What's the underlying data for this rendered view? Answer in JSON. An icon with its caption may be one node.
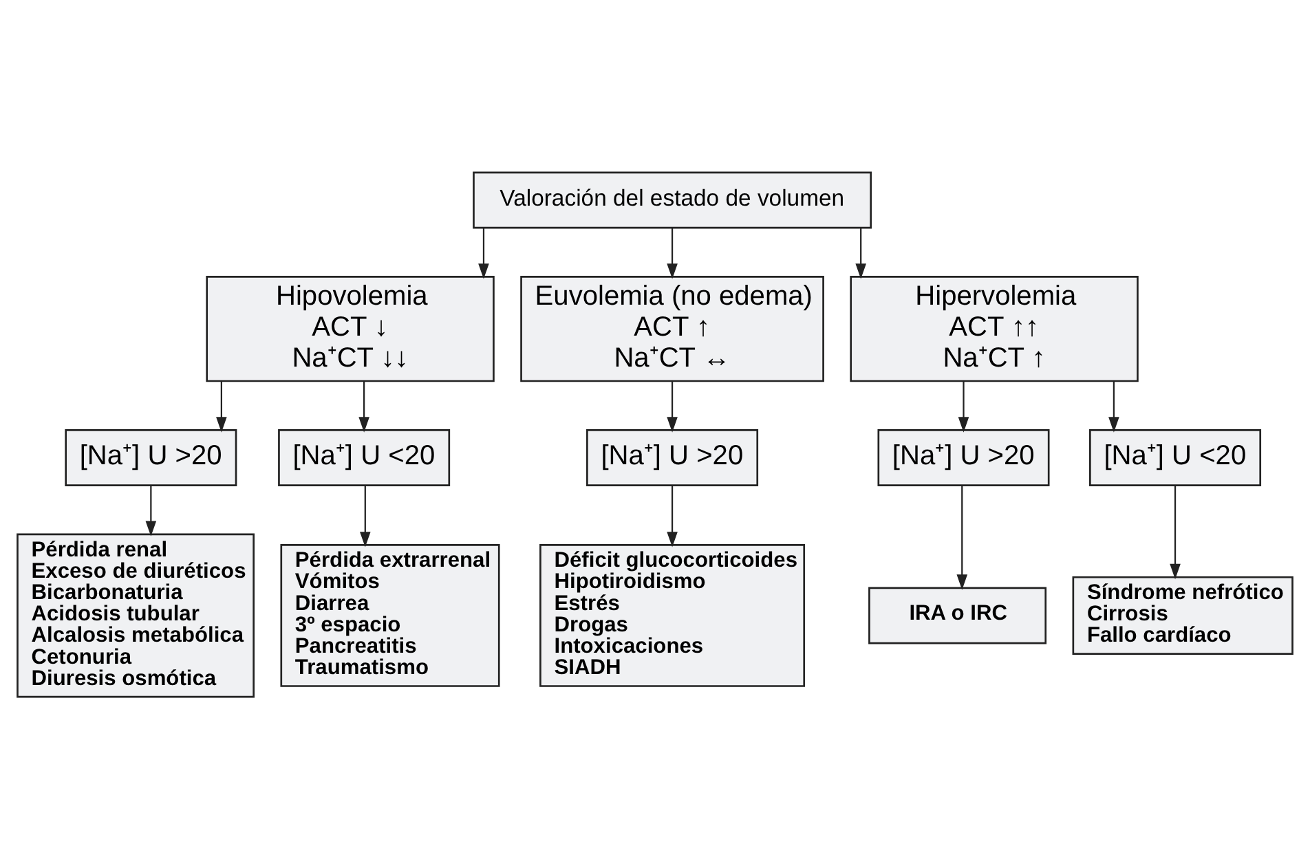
{
  "diagram": {
    "nodes": [
      {
        "text": [
          "Valoración del estado de volumen"
        ]
      },
      {
        "text": [
          "Hipovolemia",
          "ACT ↓",
          "Na⁺CT ↓↓"
        ]
      },
      {
        "text": [
          "Euvolemia (no edema)",
          "ACT ↑",
          "Na⁺CT ↔"
        ]
      },
      {
        "text": [
          "Hipervolemia",
          "ACT ↑↑",
          "Na⁺CT ↑"
        ]
      },
      {
        "text": [
          "[Na⁺] U >20"
        ]
      },
      {
        "text": [
          "[Na⁺] U <20"
        ]
      },
      {
        "text": [
          "[Na⁺] U >20"
        ]
      },
      {
        "text": [
          "[Na⁺] U >20"
        ]
      },
      {
        "text": [
          "[Na⁺] U <20"
        ]
      },
      {
        "text": [
          "Pérdida renal",
          "Exceso de diuréticos",
          "Bicarbonaturia",
          "Acidosis tubular",
          "Alcalosis metabólica",
          "Cetonuria",
          "Diuresis osmótica"
        ]
      },
      {
        "text": [
          "Pérdida extrarrenal",
          "Vómitos",
          "Diarrea",
          "3º espacio",
          "Pancreatitis",
          "Traumatismo"
        ]
      },
      {
        "text": [
          "Déficit glucocorticoides",
          "Hipotiroidismo",
          "Estrés",
          "Drogas",
          "Intoxicaciones",
          "SIADH"
        ]
      },
      {
        "text": [
          "IRA o IRC"
        ]
      },
      {
        "text": [
          "Síndrome nefrótico",
          "Cirrosis",
          "Fallo cardíaco"
        ]
      }
    ],
    "edges": [
      {
        "from": 0,
        "to": 1,
        "arrow": "to"
      },
      {
        "from": 0,
        "to": 2,
        "arrow": "to"
      },
      {
        "from": 0,
        "to": 3,
        "arrow": "to"
      },
      {
        "from": 1,
        "to": 4,
        "arrow": "to"
      },
      {
        "from": 1,
        "to": 5,
        "arrow": "to"
      },
      {
        "from": 2,
        "to": 6,
        "arrow": "to"
      },
      {
        "from": 3,
        "to": 7,
        "arrow": "to"
      },
      {
        "from": 3,
        "to": 8,
        "arrow": "to"
      },
      {
        "from": 4,
        "to": 9,
        "arrow": "to"
      },
      {
        "from": 5,
        "to": 10,
        "arrow": "to"
      },
      {
        "from": 6,
        "to": 11,
        "arrow": "to"
      },
      {
        "from": 7,
        "to": 12,
        "arrow": "to"
      },
      {
        "from": 8,
        "to": 13,
        "arrow": "to"
      }
    ]
  }
}
